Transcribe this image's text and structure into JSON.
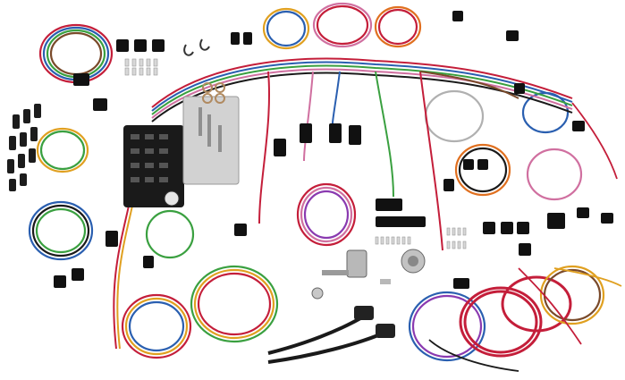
{
  "image": {
    "subject": "automotive-wiring-harness-kit",
    "background_color": "#ffffff",
    "components": [
      {
        "name": "fuse-block",
        "color": "#1a1a1a"
      },
      {
        "name": "mounting-bracket",
        "color": "#c9c9c9"
      },
      {
        "name": "headlight-switch",
        "color": "#b8b8b8"
      },
      {
        "name": "ignition-switch",
        "color": "#b8b8b8"
      },
      {
        "name": "connector-plug",
        "color": "#111111"
      },
      {
        "name": "terminal-pin",
        "color": "#d8d8d8"
      },
      {
        "name": "rubber-grommet",
        "color": "#222222"
      },
      {
        "name": "bulb-socket",
        "color": "#1c1c1c"
      }
    ],
    "wire_colors": [
      "#c41e3a",
      "#e0a020",
      "#2a5fb0",
      "#3aa040",
      "#7a4a2a",
      "#d070a0",
      "#ffffff",
      "#1a1a1a",
      "#8a3ab0",
      "#e07020"
    ]
  }
}
